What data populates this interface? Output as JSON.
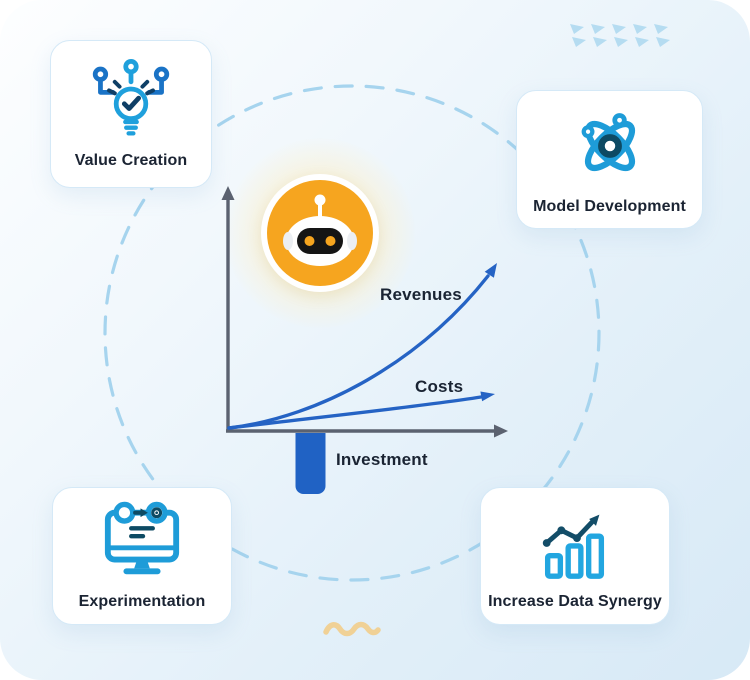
{
  "diagram_title": "AI investment cycle diagram",
  "cards": [
    {
      "id": "value-creation",
      "label": "Value Creation",
      "icon": "lightbulb-check-icon"
    },
    {
      "id": "model-development",
      "label": "Model Development",
      "icon": "atom-icon"
    },
    {
      "id": "experimentation",
      "label": "Experimentation",
      "icon": "monitor-experiment-icon"
    },
    {
      "id": "increase-data-synergy",
      "label": "Increase Data Synergy",
      "icon": "growth-bars-icon"
    }
  ],
  "chart": {
    "labels": {
      "revenues": "Revenues",
      "costs": "Costs",
      "investment": "Investment"
    },
    "curves": [
      {
        "name": "Revenues",
        "shape": "exponential rising curve with arrowhead"
      },
      {
        "name": "Costs",
        "shape": "shallow rising curve with arrowhead"
      }
    ],
    "bar": {
      "name": "Investment",
      "position": "below x-axis near origin"
    },
    "axis_color": "#5b6270",
    "curve_color": "#2563c4",
    "bar_color": "#2062c4"
  },
  "center_icon": {
    "name": "robot-icon",
    "circle_color": "#f6a51f",
    "face_color": "#151515"
  },
  "decor": {
    "dashed_circle_color": "#a6d4ee",
    "triangle_confetti_color": "#b5dcf1",
    "squiggle_color": "#f0d196"
  },
  "colors": {
    "icon_blue": "#1e9cd8",
    "icon_mid_blue": "#1a73c6",
    "icon_dark": "#0d4a63",
    "text": "#1b2433",
    "card_border": "#d5e9f7"
  }
}
